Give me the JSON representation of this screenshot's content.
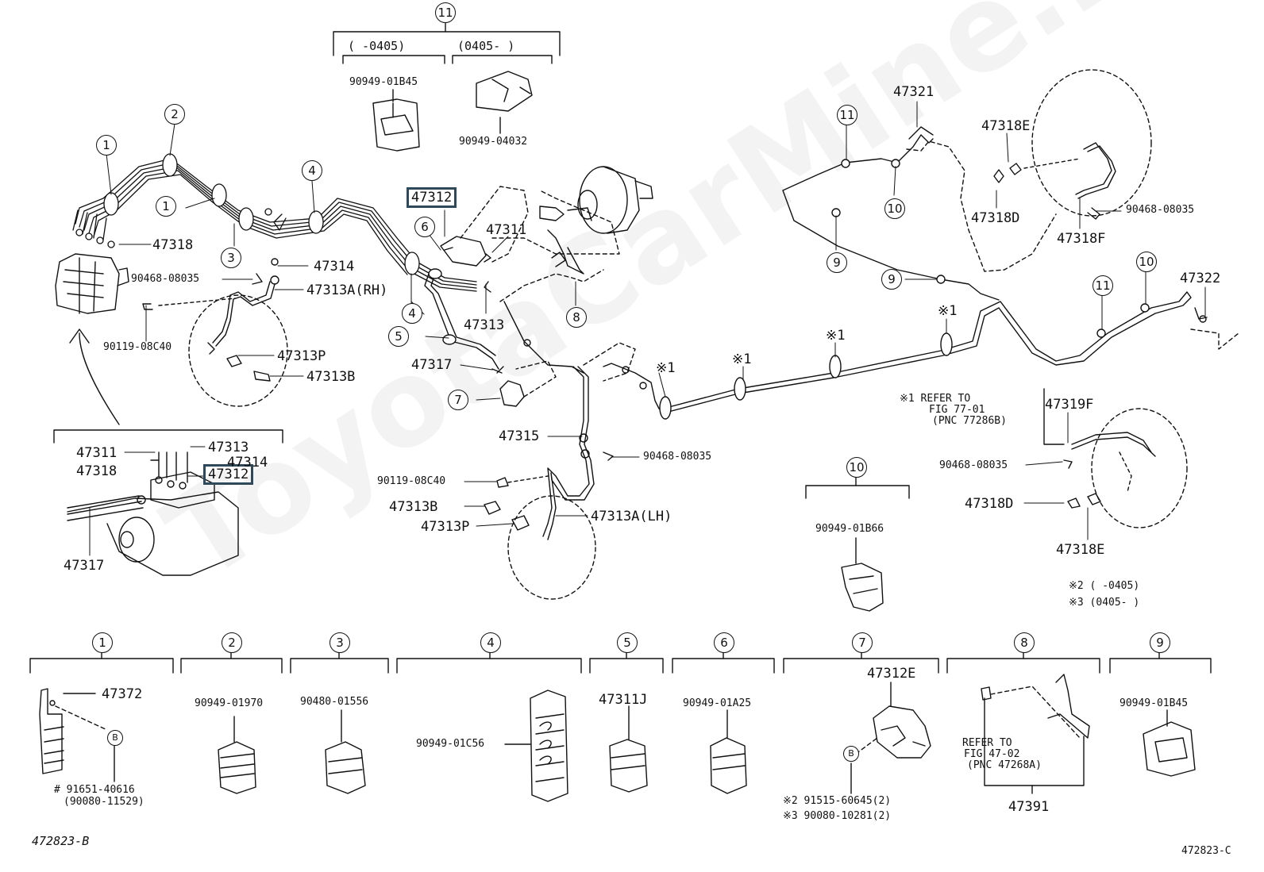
{
  "watermark": "ToyotaCarMine.ru",
  "figure_code_left": "472823-B",
  "figure_code_right": "472823-C",
  "highlight_top": "47312",
  "highlight_inset": "47312",
  "note": {
    "l1": "※1 REFER TO",
    "l2": "FIG 77-01",
    "l3": "(PNC 77286B)"
  },
  "legend": {
    "l1": "※2 (    -0405)",
    "l2": "※3 (0405-    )"
  },
  "group11": {
    "num": "11",
    "left": "(    -0405)",
    "right": "(0405-    )",
    "part_l": "90949-01B45",
    "part_r": "90949-04032"
  },
  "group10": {
    "num": "10",
    "part": "90949-01B66"
  },
  "labels": {
    "p47318": "47318",
    "p47314": "47314",
    "p90468a": "90468-08035",
    "p47313arh": "47313A(RH)",
    "p90119a": "90119-08C40",
    "p47313p": "47313P",
    "p47313b": "47313B",
    "p47311": "47311",
    "p47313": "47313",
    "p47317": "47317",
    "p47315": "47315",
    "p90468b": "90468-08035",
    "p90119b": "90119-08C40",
    "p47313b2": "47313B",
    "p47313p2": "47313P",
    "p47313alh": "47313A(LH)",
    "p47321": "47321",
    "p47318e": "47318E",
    "p47318d": "47318D",
    "p90468c": "90468-08035",
    "p47318f": "47318F",
    "p47322": "47322",
    "p47319f": "47319F",
    "p90468d": "90468-08035",
    "p47318d2": "47318D",
    "p47318e2": "47318E",
    "s1a": "※1",
    "s1b": "※1",
    "s1c": "※1",
    "s1d": "※1",
    "i47311": "47311",
    "i47318": "47318",
    "i47313": "47313",
    "i47314": "47314",
    "i47317": "47317"
  },
  "callouts": [
    "1",
    "2",
    "1",
    "3",
    "4",
    "4",
    "5",
    "6",
    "7",
    "8",
    "11",
    "10",
    "9",
    "9",
    "11",
    "10"
  ],
  "bottom": [
    {
      "num": "1",
      "parts": [
        "47372",
        "# 91651-40616",
        "(90080-11529)"
      ],
      "sub": "B"
    },
    {
      "num": "2",
      "parts": [
        "90949-01970"
      ]
    },
    {
      "num": "3",
      "parts": [
        "90480-01556"
      ]
    },
    {
      "num": "4",
      "parts": [
        "90949-01C56"
      ]
    },
    {
      "num": "5",
      "parts": [
        "47311J"
      ]
    },
    {
      "num": "6",
      "parts": [
        "90949-01A25"
      ]
    },
    {
      "num": "7",
      "parts": [
        "47312E",
        "※2 91515-60645(2)",
        "※3 90080-10281(2)"
      ],
      "sub": "B"
    },
    {
      "num": "8",
      "parts": [
        "REFER TO",
        "FIG 47-02",
        "(PNC 47268A)",
        "47391"
      ]
    },
    {
      "num": "9",
      "parts": [
        "90949-01B45"
      ]
    }
  ]
}
